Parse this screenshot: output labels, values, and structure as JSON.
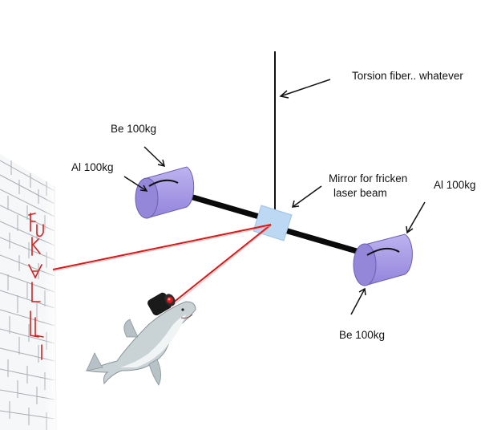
{
  "labels": {
    "torsion": "Torsion fiber.. whatever",
    "be_top": "Be 100kg",
    "al_left": "Al 100kg",
    "mirror_line1": "Mirror for fricken",
    "mirror_line2": "laser beam",
    "al_right": "Al 100kg",
    "be_bottom": "Be 100kg"
  },
  "wall_graffiti": "FUK ALL",
  "colors": {
    "rod": "#0a0a0a",
    "mass_fill": "#a79be3",
    "mass_end": "#8a7dd6",
    "mirror": "#bcd8f2",
    "laser": "#d71a1a",
    "wall_line": "#9aa0a6",
    "shark_body": "#c9d3d6",
    "shark_belly": "#f1f4f4",
    "laser_device": "#1a1a1a"
  }
}
